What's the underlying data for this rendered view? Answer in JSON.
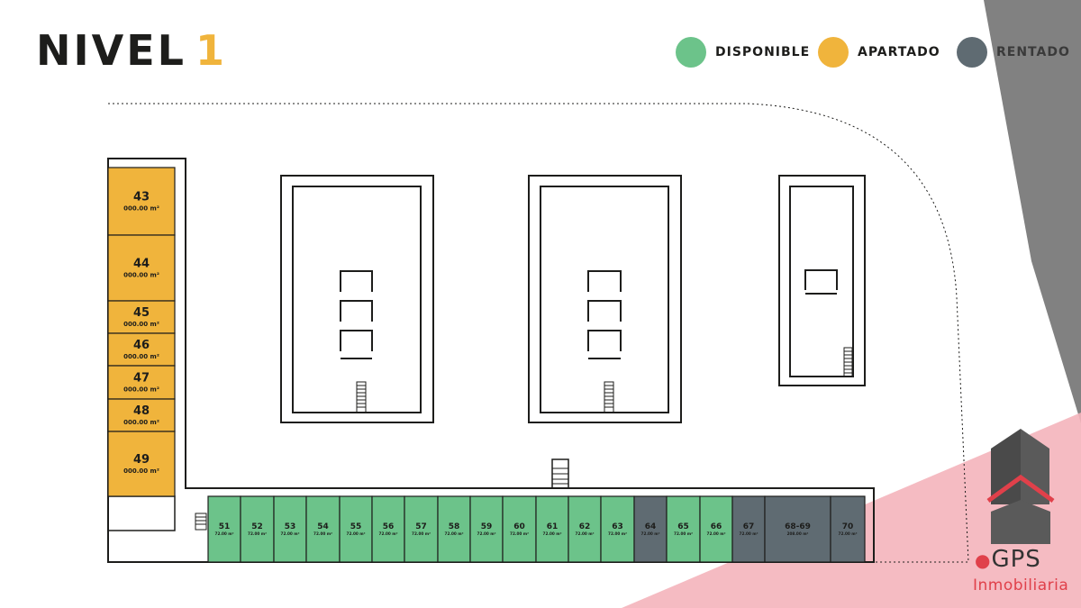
{
  "header": {
    "title_word": "NIVEL",
    "title_number": "1"
  },
  "legend": [
    {
      "label": "DISPONIBLE",
      "color": "#6cc38a",
      "icon": "status-available-dot"
    },
    {
      "label": "APARTADO",
      "color": "#f0b43c",
      "icon": "status-reserved-dot"
    },
    {
      "label": "RENTADO",
      "color": "#5f6b72",
      "icon": "status-rented-dot"
    }
  ],
  "units_vertical": [
    {
      "number": "43",
      "area": "000.00 m²",
      "status": "APARTADO"
    },
    {
      "number": "44",
      "area": "000.00 m²",
      "status": "APARTADO"
    },
    {
      "number": "45",
      "area": "000.00 m²",
      "status": "APARTADO"
    },
    {
      "number": "46",
      "area": "000.00 m²",
      "status": "APARTADO"
    },
    {
      "number": "47",
      "area": "000.00 m²",
      "status": "APARTADO"
    },
    {
      "number": "48",
      "area": "000.00 m²",
      "status": "APARTADO"
    },
    {
      "number": "49",
      "area": "000.00 m²",
      "status": "APARTADO"
    }
  ],
  "units_horizontal": [
    {
      "number": "51",
      "area": "72.00 m²",
      "status": "DISPONIBLE"
    },
    {
      "number": "52",
      "area": "72.00 m²",
      "status": "DISPONIBLE"
    },
    {
      "number": "53",
      "area": "72.00 m²",
      "status": "DISPONIBLE"
    },
    {
      "number": "54",
      "area": "72.00 m²",
      "status": "DISPONIBLE"
    },
    {
      "number": "55",
      "area": "72.00 m²",
      "status": "DISPONIBLE"
    },
    {
      "number": "56",
      "area": "72.00 m²",
      "status": "DISPONIBLE"
    },
    {
      "number": "57",
      "area": "72.00 m²",
      "status": "DISPONIBLE"
    },
    {
      "number": "58",
      "area": "72.00 m²",
      "status": "DISPONIBLE"
    },
    {
      "number": "59",
      "area": "72.00 m²",
      "status": "DISPONIBLE"
    },
    {
      "number": "60",
      "area": "72.00 m²",
      "status": "DISPONIBLE"
    },
    {
      "number": "61",
      "area": "72.00 m²",
      "status": "DISPONIBLE"
    },
    {
      "number": "62",
      "area": "72.00 m²",
      "status": "DISPONIBLE"
    },
    {
      "number": "63",
      "area": "72.00 m²",
      "status": "DISPONIBLE"
    },
    {
      "number": "64",
      "area": "72.00 m²",
      "status": "RENTADO"
    },
    {
      "number": "65",
      "area": "72.00 m²",
      "status": "DISPONIBLE"
    },
    {
      "number": "66",
      "area": "72.00 m²",
      "status": "DISPONIBLE"
    },
    {
      "number": "67",
      "area": "72.00 m²",
      "status": "RENTADO"
    },
    {
      "number": "68-69",
      "area": "208.00 m²",
      "status": "RENTADO"
    },
    {
      "number": "70",
      "area": "72.00 m²",
      "status": "RENTADO"
    }
  ],
  "logo": {
    "name": "GPS",
    "subtitle": "Inmobiliaria",
    "accent": "#e0404a",
    "dark": "#4a4a4a"
  },
  "colors": {
    "line": "#1d1d1b",
    "corner_gray": "#7a7a7a",
    "corner_pink": "#f4b4bb"
  }
}
